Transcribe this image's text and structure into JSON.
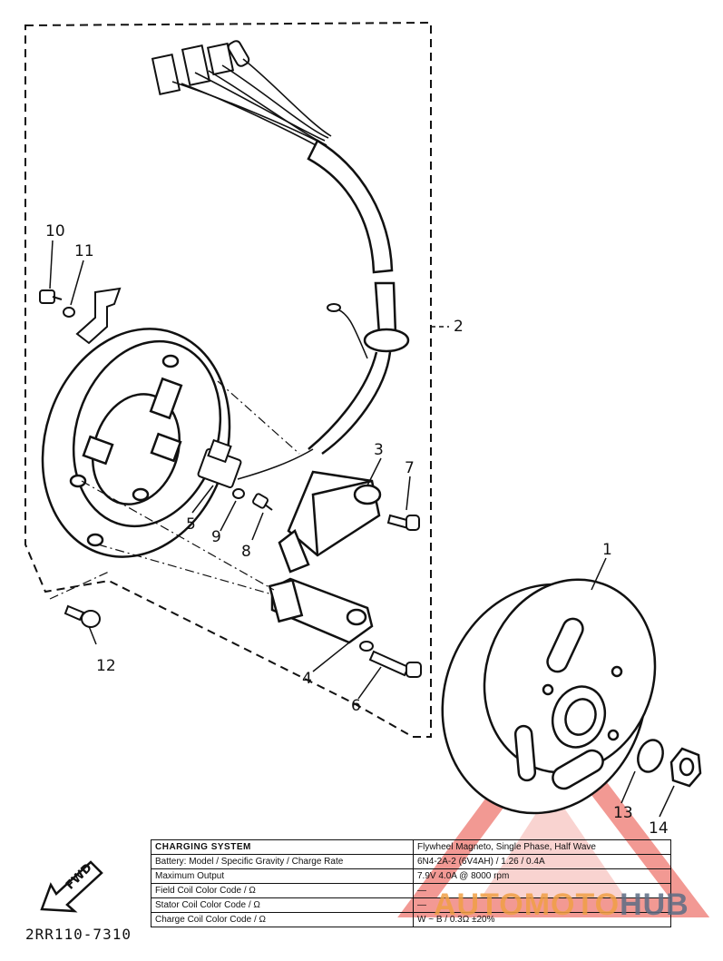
{
  "callouts": {
    "c1": "1",
    "c2": "2",
    "c3": "3",
    "c4": "4",
    "c5": "5",
    "c6": "6",
    "c7": "7",
    "c8": "8",
    "c9": "9",
    "c10": "10",
    "c11": "11",
    "c12": "12",
    "c13": "13",
    "c14": "14"
  },
  "table": {
    "title": "CHARGING SYSTEM",
    "title_value": "Flywheel Magneto, Single Phase, Half Wave",
    "rows": [
      {
        "label": "Battery: Model / Specific Gravity / Charge Rate",
        "value": "6N4-2A-2 (6V4AH) / 1.26 / 0.4A"
      },
      {
        "label": "Maximum Output",
        "value": "7.9V 4.0A @ 8000 rpm"
      },
      {
        "label": "Field Coil Color Code / Ω",
        "value": "—"
      },
      {
        "label": "Stator Coil Color Code / Ω",
        "value": "—"
      },
      {
        "label": "Charge Coil Color Code / Ω",
        "value": "W ~ B / 0.3Ω ±20%"
      }
    ]
  },
  "fwd_label": "FWD",
  "part_code": "2RR110-7310",
  "watermark": {
    "part1": "AUTOMOTO",
    "part2": "HUB"
  },
  "colors": {
    "ink": "#111111",
    "watermark_red": "#e8463c",
    "watermark_orange": "#f0a046",
    "watermark_gray": "#5d6d84"
  }
}
